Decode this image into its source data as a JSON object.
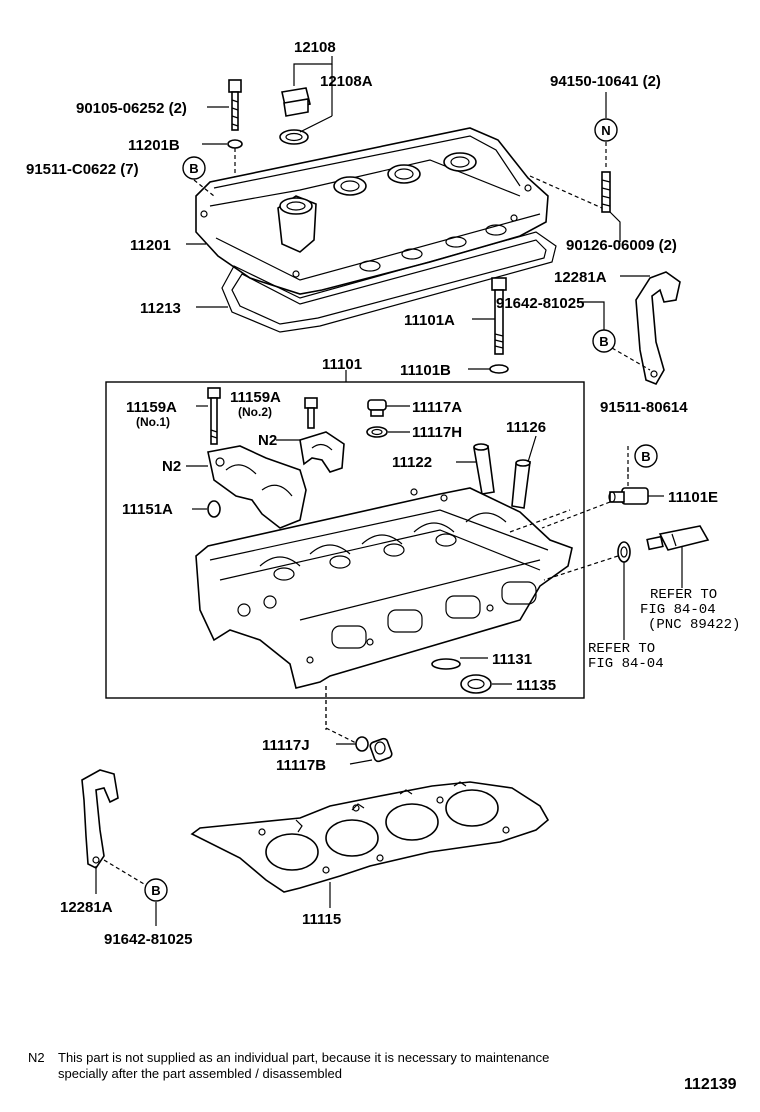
{
  "labels": {
    "p12108": "12108",
    "p12108A": "12108A",
    "p94150": "94150-10641 (2)",
    "p90105": "90105-06252 (2)",
    "p11201B": "11201B",
    "p91511c": "91511-C0622 (7)",
    "p90126": "90126-06009 (2)",
    "p11201": "11201",
    "p12281A_top": "12281A",
    "p11213": "11213",
    "p91642_top": "91642-81025",
    "p11101A": "11101A",
    "p11101B": "11101B",
    "p11101": "11101",
    "p91511_80614": "91511-80614",
    "p11159A_1": "11159A",
    "p11159A_1_sub": "(No.1)",
    "p11159A_2": "11159A",
    "p11159A_2_sub": "(No.2)",
    "p11117A": "11117A",
    "p11117H": "11117H",
    "p11126": "11126",
    "p11122": "11122",
    "n2_a": "N2",
    "n2_b": "N2",
    "p11151A": "11151A",
    "p11101E": "11101E",
    "refer1_a": "REFER TO",
    "refer1_b": "FIG 84-04",
    "refer1_c": "(PNC 89422)",
    "refer2_a": "REFER TO",
    "refer2_b": "FIG 84-04",
    "p11131": "11131",
    "p11135": "11135",
    "p11117J": "11117J",
    "p11117B": "11117B",
    "p12281A_bot": "12281A",
    "p91642_bot": "91642-81025",
    "p11115": "11115"
  },
  "markers": {
    "b1": "B",
    "b2": "B",
    "b3": "B",
    "b4": "B",
    "n1": "N"
  },
  "footnote": {
    "tag": "N2",
    "line1": "This part is not supplied as an individual part, because it is necessary to maintenance",
    "line2": "specially after the part assembled / disassembled"
  },
  "figure_number": "112139"
}
